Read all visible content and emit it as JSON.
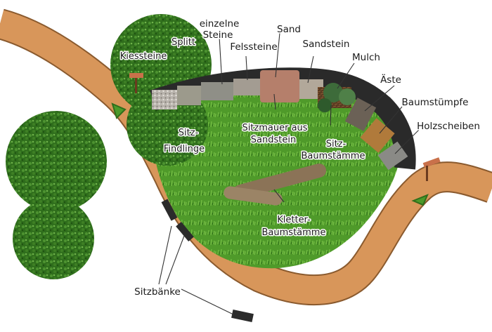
{
  "labels": {
    "einzelne_steine": [
      "einzelne",
      "Steine"
    ],
    "sand": "Sand",
    "sandstein": "Sandstein",
    "felssteine": "Felssteine",
    "mulch": "Mulch",
    "aeste": "Äste",
    "baumstuempfe": "Baumstümpfe",
    "holzscheiben": "Holzscheiben",
    "kiessteine": "Kiessteine",
    "splitt": "Splitt",
    "findlinge": [
      "Sitz-",
      "Findlinge"
    ],
    "sitzmauer": [
      "Sitzmauer aus",
      "Sandstein"
    ],
    "sitz_baumstaemme": [
      "Sitz-",
      "Baumstämme"
    ],
    "kletter_baumstaemme": [
      "Kletter-",
      "Baumstämme"
    ],
    "sitzbaenke": "Sitzbänke"
  },
  "colors": {
    "path": "#d8965a",
    "path_edge": "#8a5a2e",
    "lawn": "#4f9a2a",
    "hedge": "#2f6e1c"
  }
}
